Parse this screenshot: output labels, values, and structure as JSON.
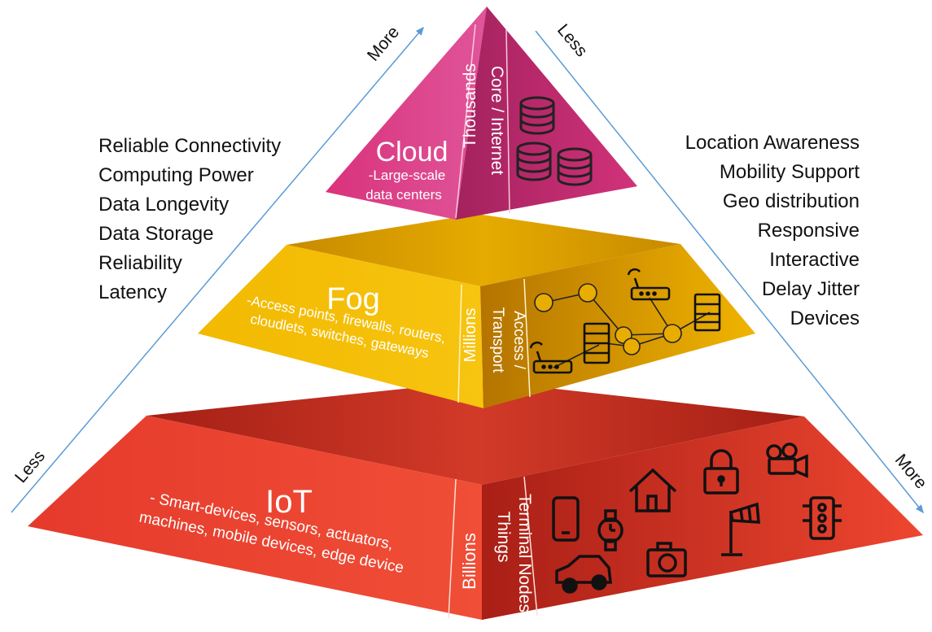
{
  "left_list": [
    "Reliable Connectivity",
    "Computing Power",
    "Data Longevity",
    "Data Storage",
    "Reliability",
    "Latency"
  ],
  "right_list": [
    "Location Awareness",
    "Mobility Support",
    "Geo distribution",
    "Responsive",
    "Interactive",
    "Delay Jitter",
    "Devices"
  ],
  "arrows": {
    "left_top": "More",
    "left_bottom": "Less",
    "right_top": "Less",
    "right_bottom": "More"
  },
  "tiers": {
    "cloud": {
      "title": "Cloud",
      "desc_line1": "-Large-scale",
      "desc_line2": "data centers",
      "count": "Thousands",
      "layer": "Core / Internet",
      "color": "#d63a80"
    },
    "fog": {
      "title": "Fog",
      "desc_line1": "-Access points, firewalls, routers,",
      "desc_line2": "cloudlets, switches, gateways",
      "count": "Millions",
      "layer_line1": "Access /",
      "layer_line2": "Transport",
      "color": "#f0b400"
    },
    "iot": {
      "title": "IoT",
      "desc_line1": "- Smart-devices, sensors, actuators,",
      "desc_line2": "machines, mobile devices, edge device",
      "count": "Billions",
      "layer_line1": "Terminal Nodes",
      "layer_line2": "Things",
      "color": "#e5412e"
    }
  }
}
